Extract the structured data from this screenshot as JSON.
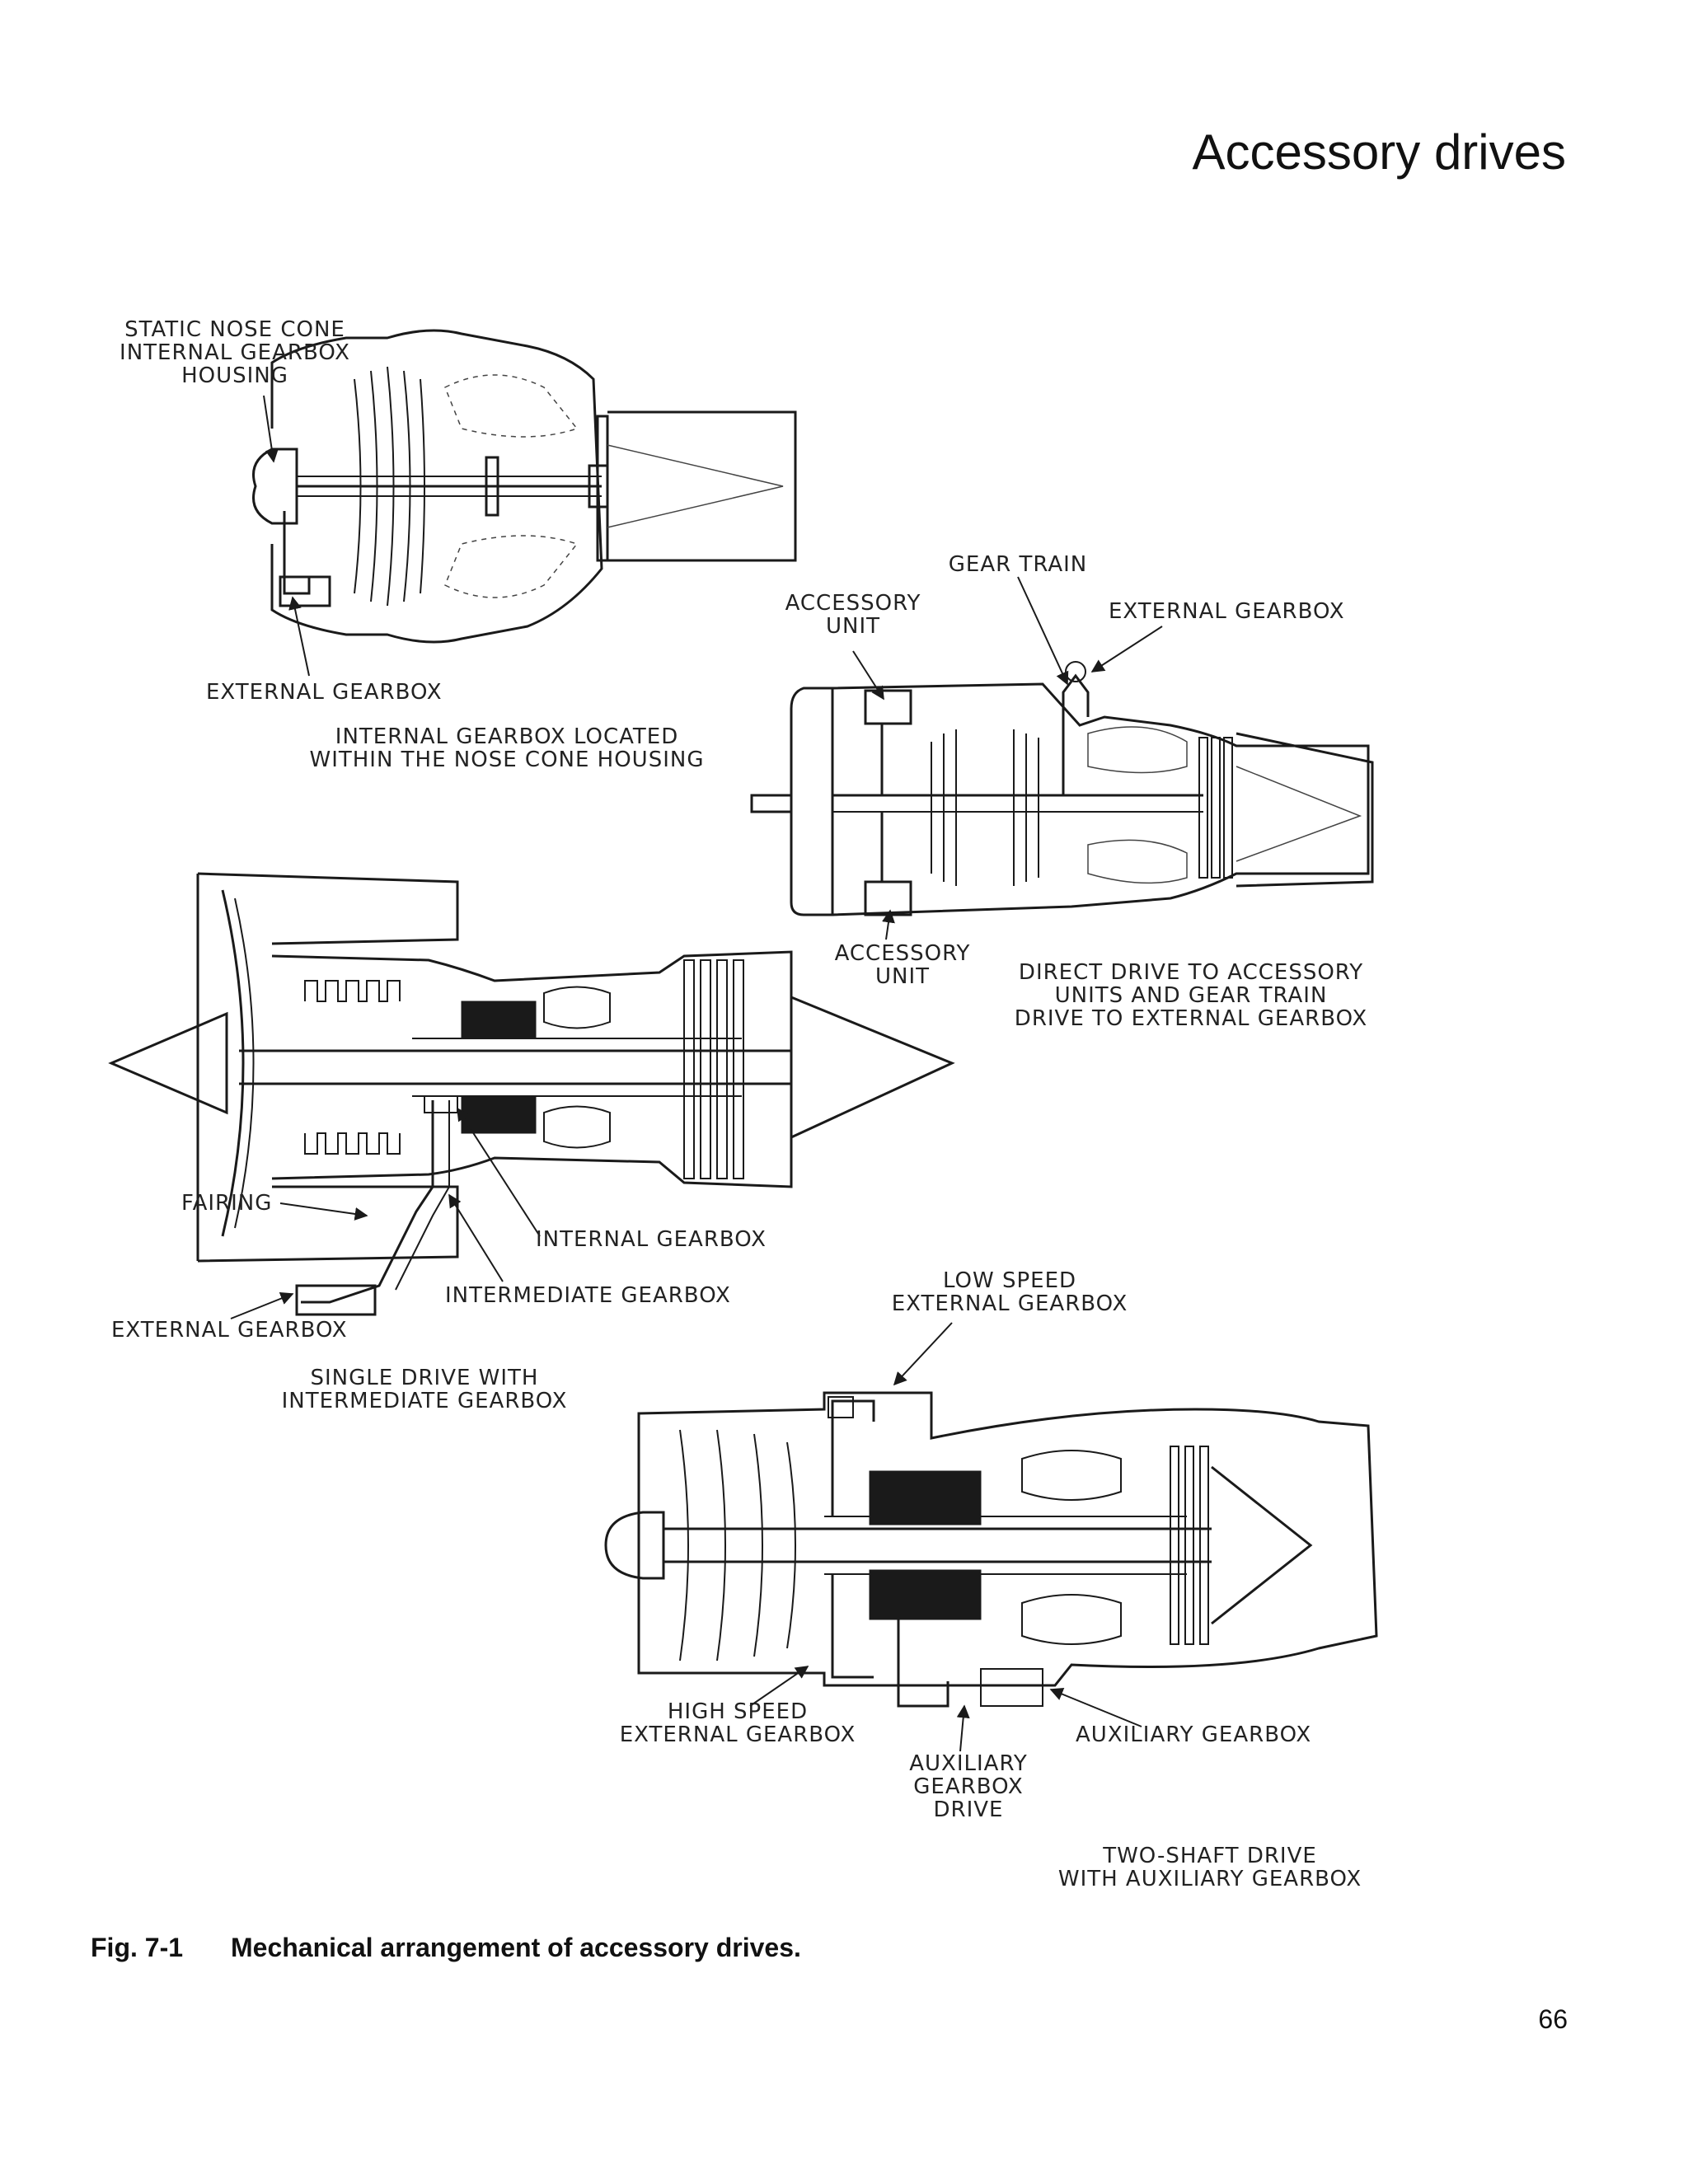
{
  "header": {
    "title": "Accessory drives"
  },
  "figure": {
    "diagram1": {
      "labels": [
        "STATIC NOSE CONE",
        "INTERNAL GEARBOX",
        "HOUSING",
        "EXTERNAL GEARBOX"
      ],
      "caption_lines": [
        "INTERNAL GEARBOX LOCATED",
        "WITHIN THE NOSE CONE HOUSING"
      ]
    },
    "diagram2": {
      "labels": {
        "gear_train": "GEAR TRAIN",
        "accessory_unit_top": [
          "ACCESSORY",
          "UNIT"
        ],
        "external_gearbox": "EXTERNAL GEARBOX",
        "accessory_unit_bottom": [
          "ACCESSORY",
          "UNIT"
        ]
      },
      "caption_lines": [
        "DIRECT DRIVE TO ACCESSORY",
        "UNITS AND GEAR TRAIN",
        "DRIVE TO EXTERNAL GEARBOX"
      ]
    },
    "diagram3": {
      "labels": {
        "fairing": "FAIRING",
        "internal_gearbox": "INTERNAL GEARBOX",
        "intermediate_gearbox": "INTERMEDIATE GEARBOX",
        "external_gearbox": "EXTERNAL GEARBOX"
      },
      "caption_lines": [
        "SINGLE DRIVE WITH",
        "INTERMEDIATE GEARBOX"
      ]
    },
    "diagram4": {
      "labels": {
        "low_speed": [
          "LOW SPEED",
          "EXTERNAL GEARBOX"
        ],
        "high_speed": [
          "HIGH SPEED",
          "EXTERNAL GEARBOX"
        ],
        "aux_drive": [
          "AUXILIARY",
          "GEARBOX",
          "DRIVE"
        ],
        "aux_gearbox": "AUXILIARY GEARBOX"
      },
      "caption_lines": [
        "TWO-SHAFT DRIVE",
        "WITH AUXILIARY GEARBOX"
      ]
    }
  },
  "caption": {
    "figure_number": "Fig. 7-1",
    "text": "Mechanical arrangement of accessory drives."
  },
  "footer": {
    "page_number": "66"
  }
}
